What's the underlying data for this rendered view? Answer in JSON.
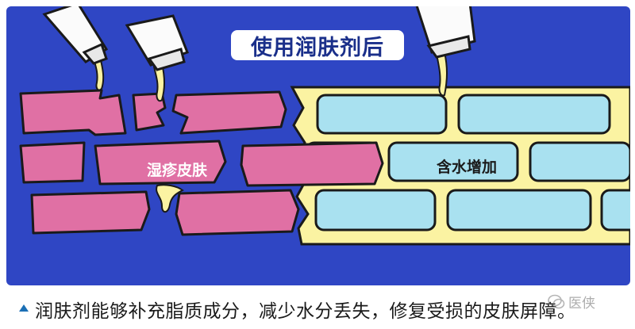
{
  "title": "使用润肤剂后",
  "labels": {
    "damaged": "湿疹皮肤",
    "hydrated": "含水增加"
  },
  "caption": "润肤剂能够补充脂质成分，减少水分丢失，修复受损的皮肤屏障。",
  "watermark": "医侠",
  "colors": {
    "background": "#2f46c4",
    "damaged_brick": "#e070a4",
    "healthy_brick": "#a9e1f0",
    "lipid_mortar": "#fbf3a2",
    "title_text": "#1a2f8a",
    "caption_marker": "#1b6fb5"
  },
  "icons": [
    "cream-tube-icon",
    "wechat-icon"
  ]
}
